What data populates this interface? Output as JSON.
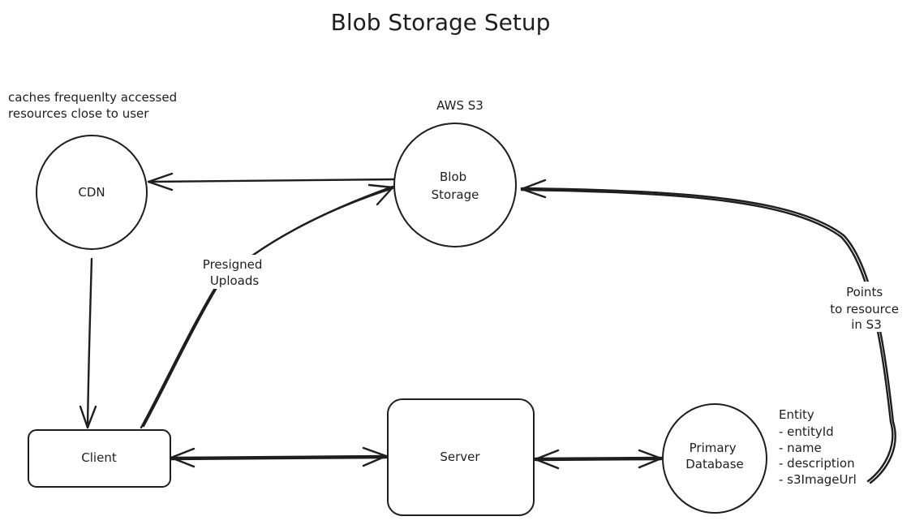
{
  "title": "Blob Storage Setup",
  "nodes": {
    "cdn": {
      "label": "CDN"
    },
    "blob_storage": {
      "lines": [
        "Blob",
        "Storage"
      ]
    },
    "client": {
      "label": "Client"
    },
    "server": {
      "label": "Server"
    },
    "primary_database": {
      "lines": [
        "Primary",
        "Database"
      ]
    }
  },
  "annotations": {
    "cdn_note": {
      "lines": [
        "caches frequenlty accessed",
        "resources close to user"
      ]
    },
    "s3_label": "AWS S3",
    "entity": {
      "lines": [
        "Entity",
        "- entityId",
        "- name",
        "- description",
        "- s3ImageUrl"
      ]
    }
  },
  "edges": {
    "presigned_uploads": {
      "lines": [
        "Presigned",
        "Uploads"
      ]
    },
    "points_to_resource": {
      "lines": [
        "Points",
        "to resource",
        "in S3"
      ]
    }
  },
  "colors": {
    "stroke": "#1e1e1e",
    "background": "#ffffff"
  }
}
